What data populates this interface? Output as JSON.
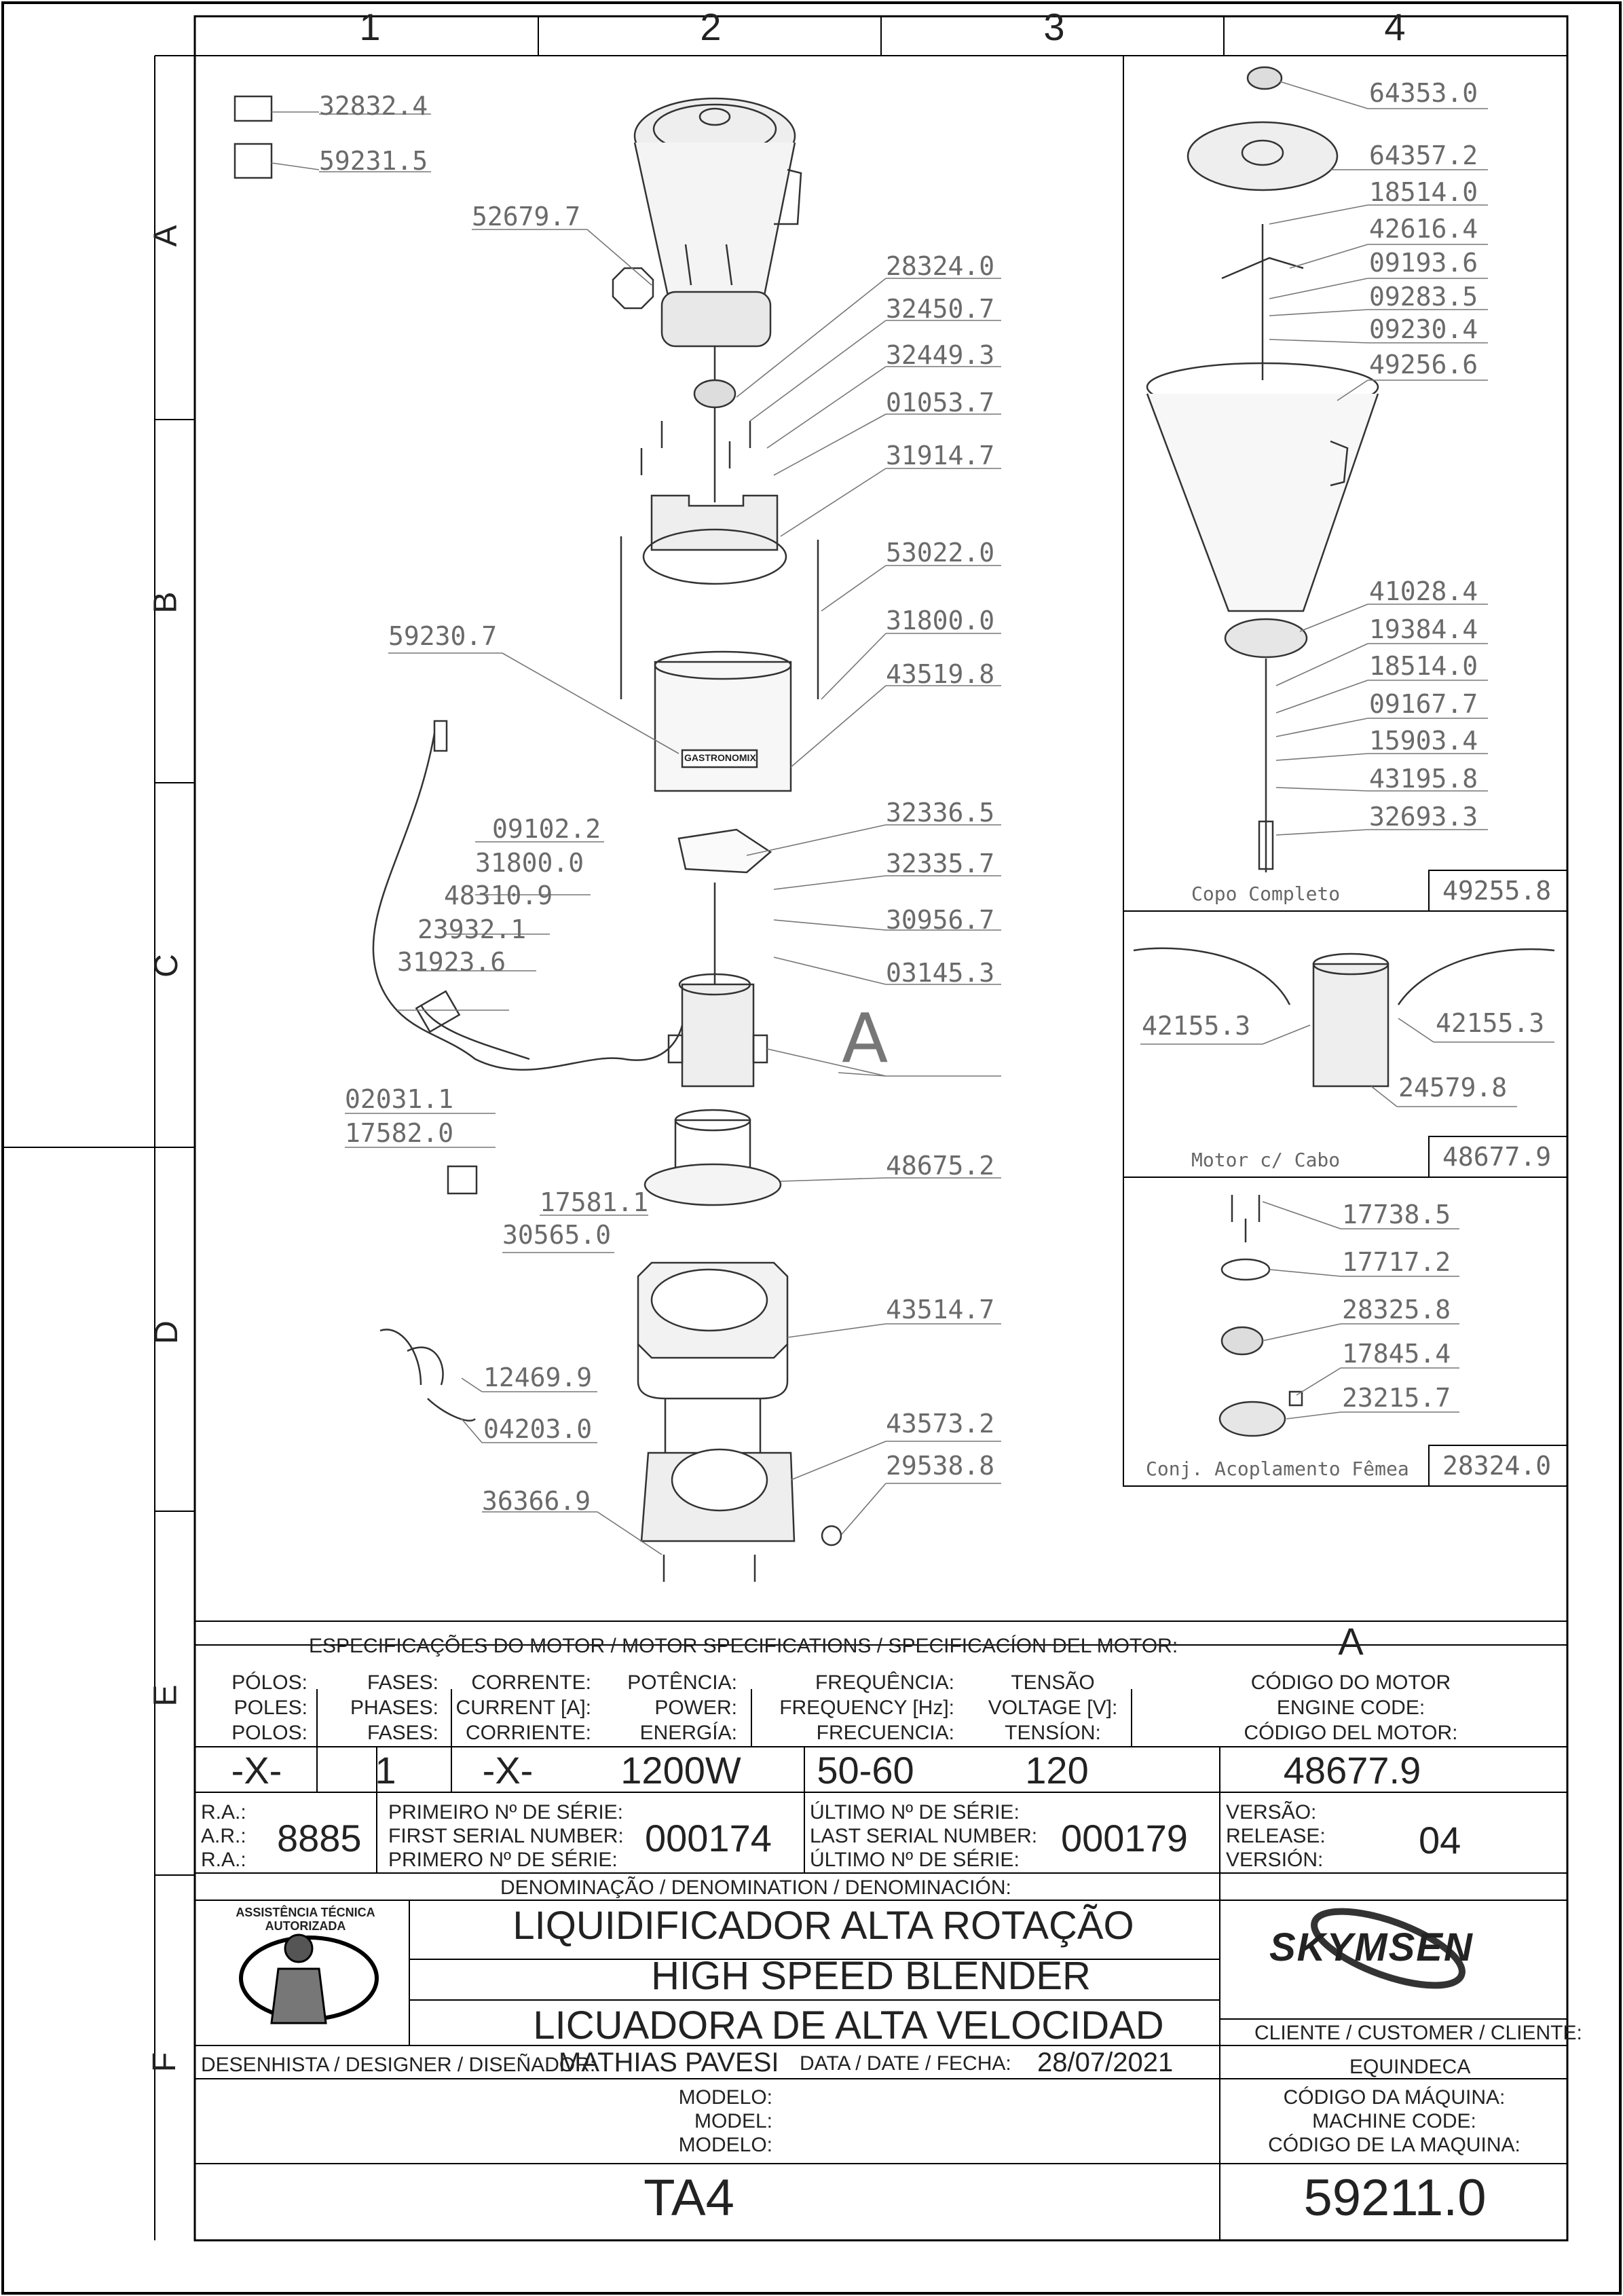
{
  "grid": {
    "columns": [
      "1",
      "2",
      "3",
      "4"
    ],
    "rows": [
      "A",
      "B",
      "C",
      "D",
      "E",
      "F"
    ]
  },
  "parts_main": [
    {
      "code": "32832.4"
    },
    {
      "code": "59231.5"
    },
    {
      "code": "52679.7"
    },
    {
      "code": "28324.0"
    },
    {
      "code": "32450.7"
    },
    {
      "code": "32449.3"
    },
    {
      "code": "01053.7"
    },
    {
      "code": "31914.7"
    },
    {
      "code": "53022.0"
    },
    {
      "code": "31800.0"
    },
    {
      "code": "43519.8"
    },
    {
      "code": "59230.7"
    },
    {
      "code": "32336.5"
    },
    {
      "code": "32335.7"
    },
    {
      "code": "30956.7"
    },
    {
      "code": "03145.3"
    },
    {
      "code": "09102.2"
    },
    {
      "code": "31800.0"
    },
    {
      "code": "48310.9"
    },
    {
      "code": "23932.1"
    },
    {
      "code": "31923.6"
    },
    {
      "code": "02031.1"
    },
    {
      "code": "17582.0"
    },
    {
      "code": "17581.1"
    },
    {
      "code": "30565.0"
    },
    {
      "code": "48675.2"
    },
    {
      "code": "43514.7"
    },
    {
      "code": "12469.9"
    },
    {
      "code": "04203.0"
    },
    {
      "code": "43573.2"
    },
    {
      "code": "29538.8"
    },
    {
      "code": "36366.9"
    }
  ],
  "motor_ref_letter": "A",
  "cup_assembly": {
    "caption": "Copo Completo",
    "code": "49255.8",
    "parts": [
      "64353.0",
      "64357.2",
      "18514.0",
      "42616.4",
      "09193.6",
      "09283.5",
      "09230.4",
      "49256.6",
      "41028.4",
      "19384.4",
      "18514.0",
      "09167.7",
      "15903.4",
      "43195.8",
      "32693.3"
    ]
  },
  "motor_assembly": {
    "caption": "Motor c/ Cabo",
    "code": "48677.9",
    "parts": [
      "42155.3",
      "42155.3",
      "24579.8"
    ]
  },
  "coupling_assembly": {
    "caption": "Conj. Acoplamento Fêmea",
    "code": "28324.0",
    "parts": [
      "17738.5",
      "17717.2",
      "28325.8",
      "17845.4",
      "23215.7"
    ]
  },
  "brand_on_housing": "GASTRONOMIX",
  "motor_specs": {
    "heading": "ESPECIFICAÇÕES DO MOTOR / MOTOR SPECIFICATIONS / SPECIFICACÍON DEL MOTOR:",
    "motor_letter": "A",
    "columns": [
      {
        "labels": [
          "PÓLOS:",
          "POLES:",
          "POLOS:"
        ],
        "value": "-X-"
      },
      {
        "labels": [
          "FASES:",
          "PHASES:",
          "FASES:"
        ],
        "value": "1"
      },
      {
        "labels": [
          "CORRENTE:",
          "CURRENT [A]:",
          "CORRIENTE:"
        ],
        "value": "-X-"
      },
      {
        "labels": [
          "POTÊNCIA:",
          "POWER:",
          "ENERGÍA:"
        ],
        "value": "1200W"
      },
      {
        "labels": [
          "FREQUÊNCIA:",
          "FREQUENCY [Hz]:",
          "FRECUENCIA:"
        ],
        "value": "50-60"
      },
      {
        "labels": [
          "TENSÃO",
          "VOLTAGE [V]:",
          "TENSÍON:"
        ],
        "value": "120"
      },
      {
        "labels": [
          "CÓDIGO DO MOTOR",
          "ENGINE CODE:",
          "CÓDIGO DEL MOTOR:"
        ],
        "value": "48677.9"
      }
    ]
  },
  "serials": {
    "ra_labels": [
      "R.A.:",
      "A.R.:",
      "R.A.:"
    ],
    "ra_value": "8885",
    "first_labels": [
      "PRIMEIRO Nº DE SÉRIE:",
      "FIRST SERIAL NUMBER:",
      "PRIMERO Nº DE SÉRIE:"
    ],
    "first_value": "000174",
    "last_labels": [
      "ÚLTIMO Nº DE SÉRIE:",
      "LAST SERIAL NUMBER:",
      "ÚLTIMO Nº DE SÉRIE:"
    ],
    "last_value": "000179",
    "version_labels": [
      "VERSÃO:",
      "RELEASE:",
      "VERSIÓN:"
    ],
    "version_value": "04"
  },
  "denomination": {
    "heading": "DENOMINAÇÃO / DENOMINATION / DENOMINACIÓN:",
    "lines": [
      "LIQUIDIFICADOR ALTA ROTAÇÃO",
      "HIGH SPEED  BLENDER",
      "LICUADORA DE ALTA VELOCIDAD"
    ]
  },
  "seal_text": "ASSISTÊNCIA TÉCNICA AUTORIZADA",
  "brand": "SKYMSEN",
  "designer_label": "DESENHISTA / DESIGNER / DISEÑADOR:",
  "designer_name": "MATHIAS PAVESI",
  "date_label": "DATA / DATE / FECHA:",
  "date_value": "28/07/2021",
  "client_label": "CLIENTE / CUSTOMER / CLIENTE:",
  "client_value": "EQUINDECA",
  "model_labels": [
    "MODELO:",
    "MODEL:",
    "MODELO:"
  ],
  "model_value": "TA4",
  "machine_code_labels": [
    "CÓDIGO DA MÁQUINA:",
    "MACHINE CODE:",
    "CÓDIGO DE LA MAQUINA:"
  ],
  "machine_code_value": "59211.0"
}
